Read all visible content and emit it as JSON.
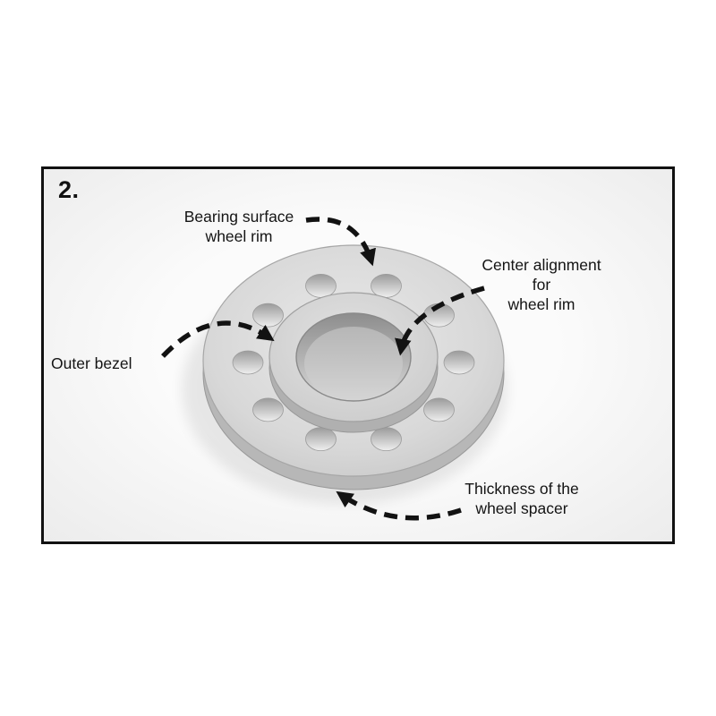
{
  "figure": {
    "step_label": "2.",
    "labels": {
      "bearing_surface": "Bearing surface\nwheel rim",
      "center_alignment": "Center alignment for\nwheel rim",
      "outer_bezel": "Outer bezel",
      "thickness": "Thickness of the\nwheel spacer"
    },
    "subject": "wheel-spacer",
    "palette": {
      "frame_border": "#111111",
      "text": "#141414",
      "arrow": "#121212",
      "metal_light": "#e6e6e6",
      "metal_mid": "#cfcfcf",
      "metal_dark": "#9b9b9b",
      "background": "#ffffff"
    }
  }
}
